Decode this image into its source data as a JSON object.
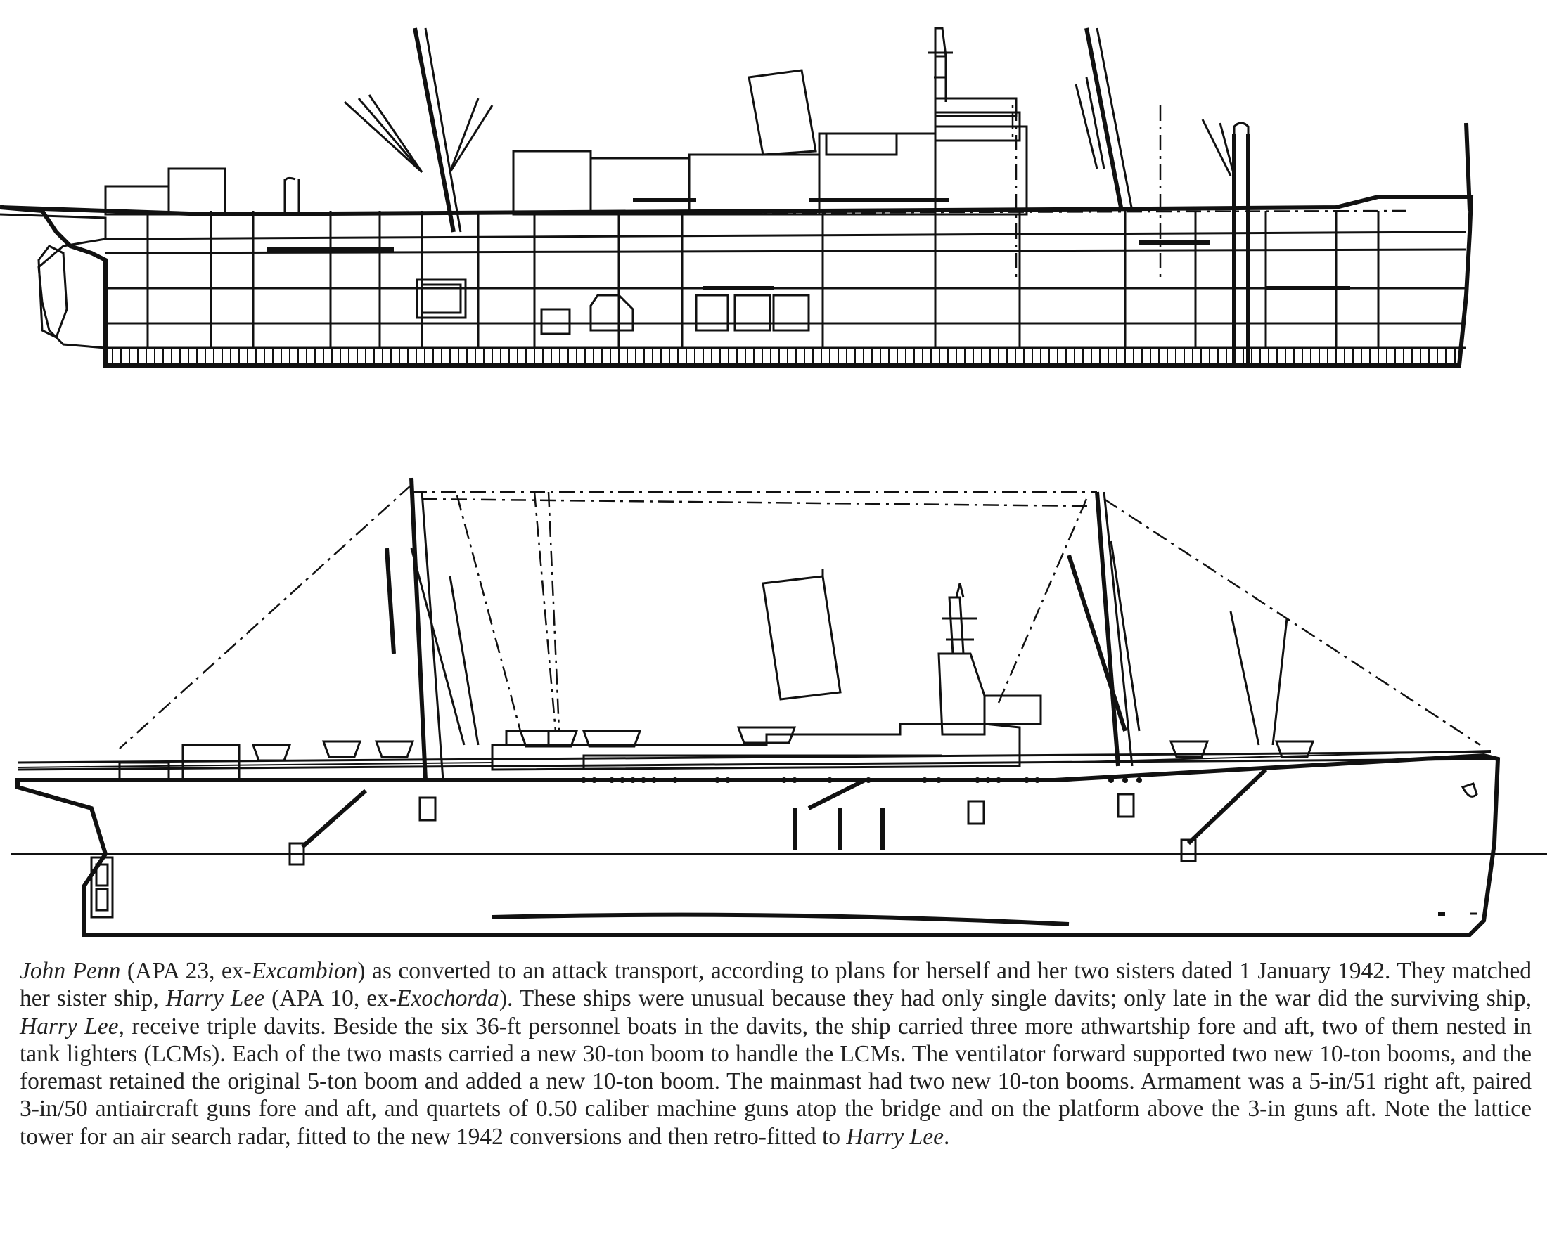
{
  "caption": {
    "ship_name": "John Penn",
    "t1": " (APA 23, ex-",
    "ex_name": "Excambion",
    "t2": ") as converted to an attack transport, according to plans for herself and her two sisters dated 1 January 1942. They matched her sister ship, ",
    "sister": "Harry Lee",
    "t3": " (APA 10, ex-",
    "sister_ex": "Exochorda",
    "t4": "). These ships were unusual because they had only single davits; only late in the war did the surviving ship, ",
    "sister2": "Harry Lee,",
    "t5": " receive triple davits. Beside the six 36-ft personnel boats in the davits, the ship carried three more athwartship fore and aft, two of them nested in tank lighters (LCMs). Each of the two masts carried a new 30-ton boom to handle the LCMs. The ventilator forward supported two new 10-ton booms, and the foremast retained the original 5-ton boom and added a new 10-ton boom. The mainmast had two new 10-ton booms. Armament was a 5-in/51 right aft, paired 3-in/50 antiaircraft guns fore and aft, and quartets of 0.50 caliber machine guns atop the bridge and on the platform above the 3-in guns aft. Note the lattice tower for an air search radar, fitted to the new 1942 conversions and then retro-fitted to ",
    "sister3": "Harry Lee",
    "t6": "."
  }
}
